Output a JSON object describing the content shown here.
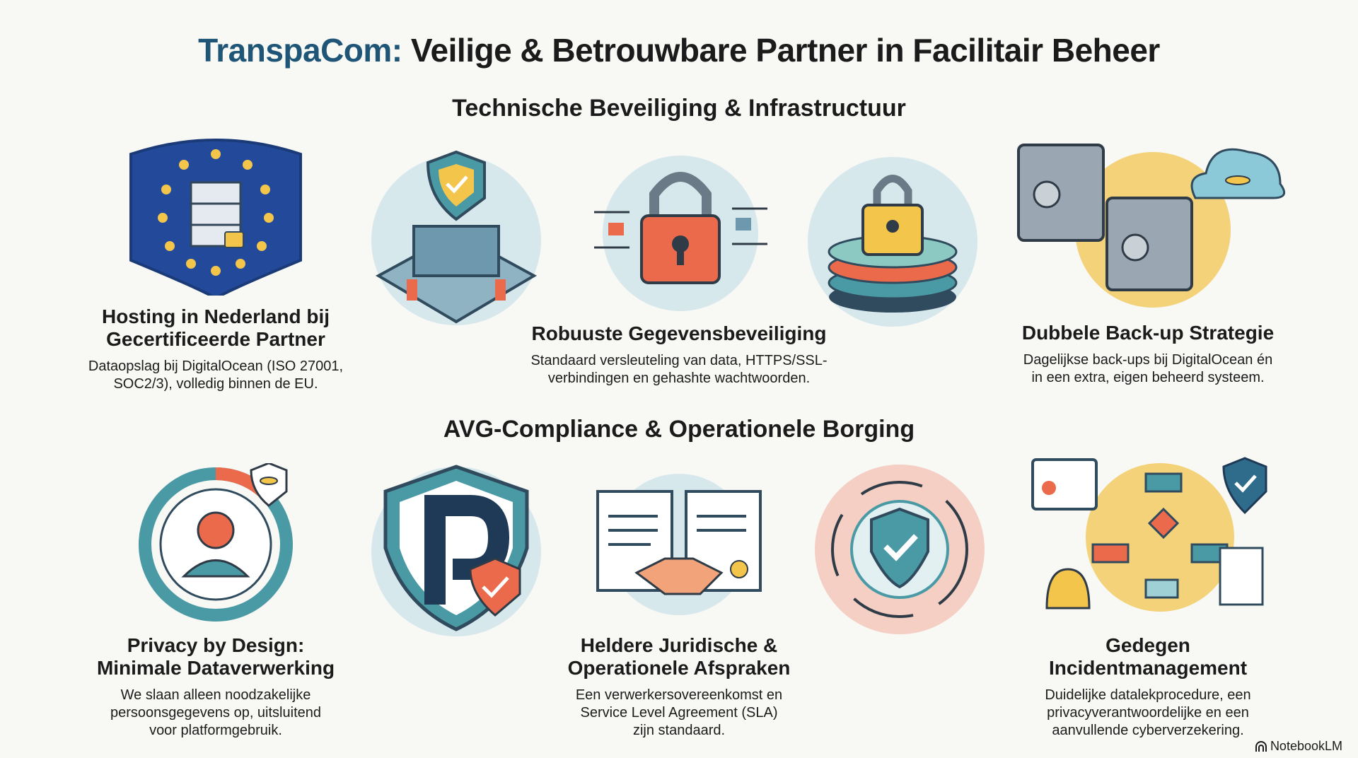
{
  "header": {
    "brand": "TranspaCom:",
    "title_rest": " Veilige & Betrouwbare Partner in Facilitair Beheer"
  },
  "sections": [
    {
      "heading": "Technische Beveiliging & Infrastructuur",
      "items": [
        {
          "title": "Hosting in Nederland bij Gecertificeerde Partner",
          "desc": "Dataopslag bij DigitalOcean (ISO 27001, SOC2/3), volledig binnen de EU."
        },
        {
          "title": "Robuuste Gegevensbeveiliging",
          "desc": "Standaard versleuteling van data, HTTPS/SSL-verbindingen en gehashte wachtwoorden."
        },
        {
          "title": "Dubbele Back-up Strategie",
          "desc": "Dagelijkse back-ups bij DigitalOcean én in een extra, eigen beheerd systeem."
        }
      ]
    },
    {
      "heading": "AVG-Compliance & Operationele Borging",
      "items": [
        {
          "title": "Privacy by Design: Minimale Dataverwerking",
          "desc": "We slaan alleen noodzakelijke persoonsgegevens op, uitsluitend voor platformgebruik."
        },
        {
          "title": "Heldere Juridische & Operationele Afspraken",
          "desc": "Een verwerkersovereenkomst en Service Level Agreement (SLA) zijn standaard."
        },
        {
          "title": "Gedegen Incidentmanagement",
          "desc": "Duidelijke datalekprocedure, een privacyverantwoordelijke en een aanvullende cyberverzekering."
        }
      ]
    }
  ],
  "footer": {
    "logo": "NotebookLM"
  },
  "colors": {
    "brand": "#1f5577",
    "teal": "#4a9aa6",
    "orange": "#ec6a4c",
    "yellow": "#f3c54a",
    "blue": "#234a9a"
  }
}
